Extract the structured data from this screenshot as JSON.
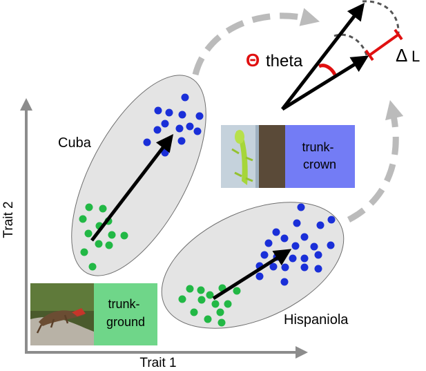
{
  "axes": {
    "x_label": "Trait 1",
    "y_label": "Trait 2"
  },
  "islands": {
    "cuba": "Cuba",
    "hispaniola": "Hispaniola"
  },
  "ecomorphs": {
    "trunk_ground": {
      "line1": "trunk-",
      "line2": "ground",
      "color": "#6fd689"
    },
    "trunk_crown": {
      "line1": "trunk-",
      "line2": "crown",
      "color": "#737cf5"
    }
  },
  "angle_inset": {
    "theta_symbol": "Θ",
    "theta_word": "theta",
    "delta_symbol": "Δ",
    "delta_letter": "L"
  },
  "colors": {
    "green_points": "#22b845",
    "blue_points": "#1a2fd8",
    "ellipse_fill": "#e4e4e4",
    "dashed_arrow": "#bbbbbb",
    "accent_red": "#e01010"
  }
}
